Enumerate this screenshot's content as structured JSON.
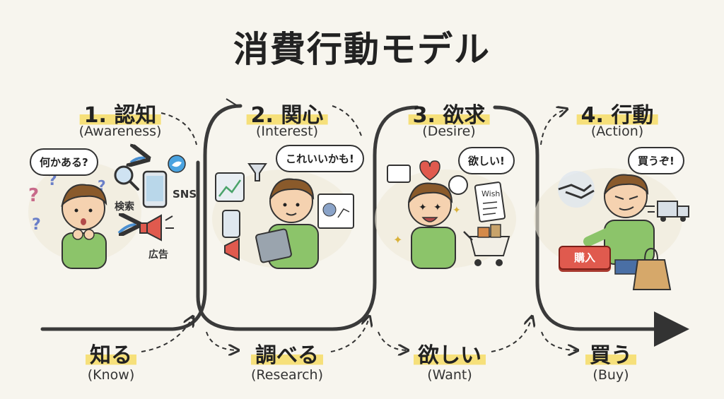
{
  "title": "消費行動モデル",
  "stages": [
    {
      "title": "1. 認知",
      "en": "(Awareness)",
      "speech": "何かある?",
      "labels": [
        "検索",
        "SNS",
        "広告"
      ]
    },
    {
      "title": "2. 関心",
      "en": "(Interest)",
      "speech": "これいいかも!",
      "labels": []
    },
    {
      "title": "3. 欲求",
      "en": "(Desire)",
      "speech": "欲しい!",
      "labels": [
        "Wish"
      ]
    },
    {
      "title": "4. 行動",
      "en": "(Action)",
      "speech": "買うぞ!",
      "labels": [
        "購入"
      ]
    }
  ],
  "bottom": [
    {
      "label": "知る",
      "en": "(Know)"
    },
    {
      "label": "調べる",
      "en": "(Research)"
    },
    {
      "label": "欲しい",
      "en": "(Want)"
    },
    {
      "label": "買う",
      "en": "(Buy)"
    }
  ],
  "colors": {
    "highlight": "#f6e07a",
    "shirt": "#8cc46a",
    "hair": "#8a5a2b",
    "skin": "#f5d2b0"
  }
}
